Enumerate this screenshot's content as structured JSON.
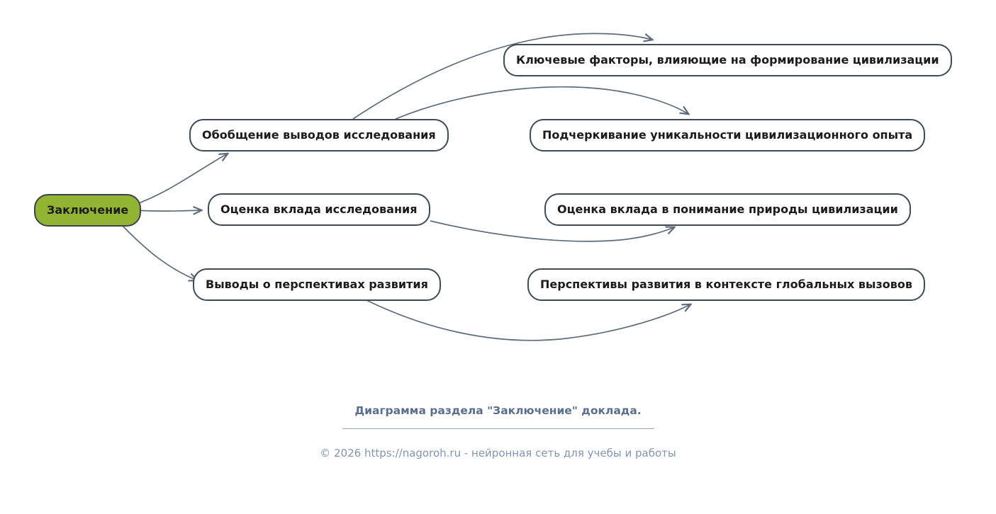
{
  "diagram": {
    "root": {
      "label": "Заключение"
    },
    "level1": [
      {
        "label": "Обобщение выводов исследования"
      },
      {
        "label": "Оценка вклада исследования"
      },
      {
        "label": "Выводы о перспективах развития"
      }
    ],
    "level2": [
      {
        "label": "Ключевые факторы, влияющие на формирование цивилизации"
      },
      {
        "label": "Подчеркивание уникальности цивилизационного опыта"
      },
      {
        "label": "Оценка вклада в понимание природы цивилизации"
      },
      {
        "label": "Перспективы развития в контексте глобальных вызовов"
      }
    ],
    "edges": [
      {
        "from": "Заключение",
        "to": "Обобщение выводов исследования"
      },
      {
        "from": "Заключение",
        "to": "Оценка вклада исследования"
      },
      {
        "from": "Заключение",
        "to": "Выводы о перспективах развития"
      },
      {
        "from": "Обобщение выводов исследования",
        "to": "Ключевые факторы, влияющие на формирование цивилизации"
      },
      {
        "from": "Обобщение выводов исследования",
        "to": "Подчеркивание уникальности цивилизационного опыта"
      },
      {
        "from": "Оценка вклада исследования",
        "to": "Оценка вклада в понимание природы цивилизации"
      },
      {
        "from": "Выводы о перспективах развития",
        "to": "Перспективы развития в контексте глобальных вызовов"
      }
    ]
  },
  "footer": {
    "caption": "Диаграмма раздела \"Заключение\" доклада.",
    "copyright": "© 2026 https://nagoroh.ru - нейронная сеть для учебы и работы"
  },
  "colors": {
    "root_fill": "#92b433",
    "node_border": "#3e4a56",
    "edge_stroke": "#5d6b7b",
    "caption_text": "#5b6e8e",
    "copyright_text": "#8295b4"
  }
}
